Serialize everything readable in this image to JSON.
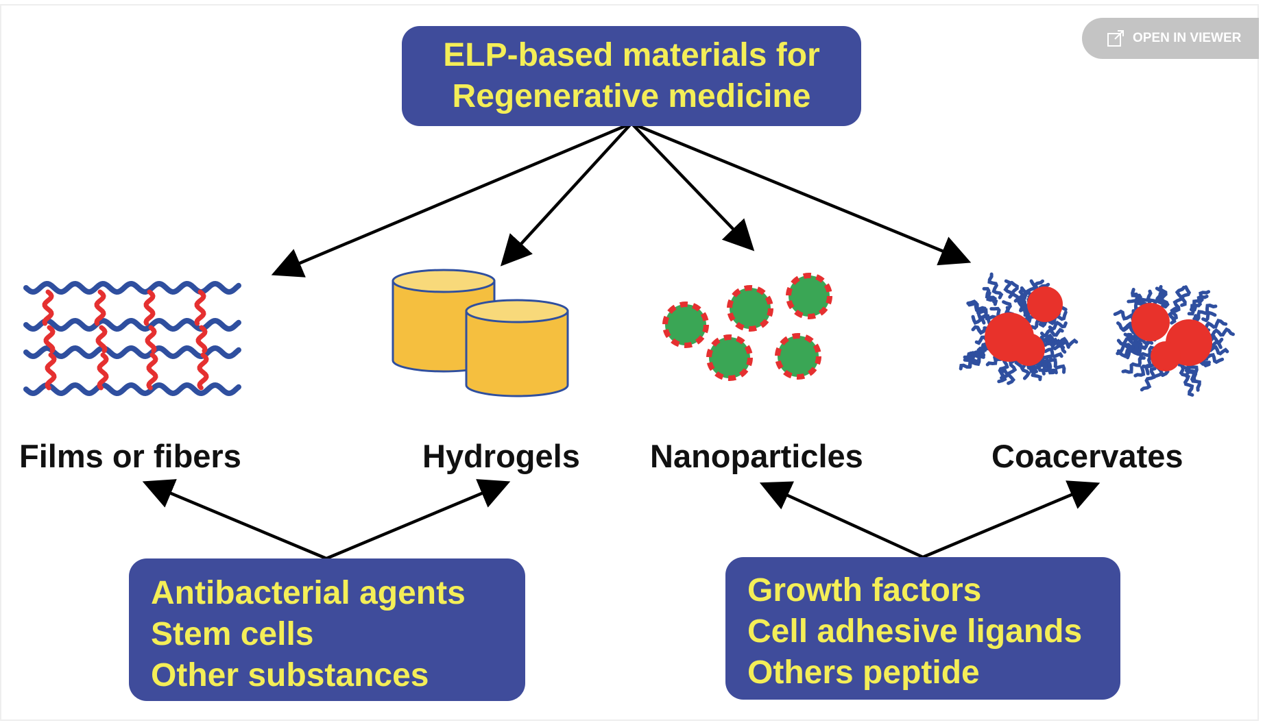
{
  "title_box": {
    "lines": [
      "ELP-based materials for",
      "Regenerative medicine"
    ]
  },
  "categories": [
    "Films or fibers",
    "Hydrogels",
    "Nanoparticles",
    "Coacervates"
  ],
  "left_box": {
    "lines": [
      "Antibacterial agents",
      "Stem cells",
      "Other substances"
    ]
  },
  "right_box": {
    "lines": [
      "Growth factors",
      "Cell adhesive ligands",
      "Others peptide"
    ]
  },
  "viewer_button": {
    "label": "OPEN IN VIEWER",
    "icon": "external-link-icon"
  },
  "colors": {
    "box_fill": "#3f4c9b",
    "box_text": "#f4ee57",
    "arrow": "#000000",
    "fiber_blue": "#2f4f9f",
    "crosslink_red": "#e53030",
    "hydrogel_yellow": "#f5bf3f",
    "nanoparticle_green": "#3aa655",
    "coacervate_red": "#e8322b"
  }
}
